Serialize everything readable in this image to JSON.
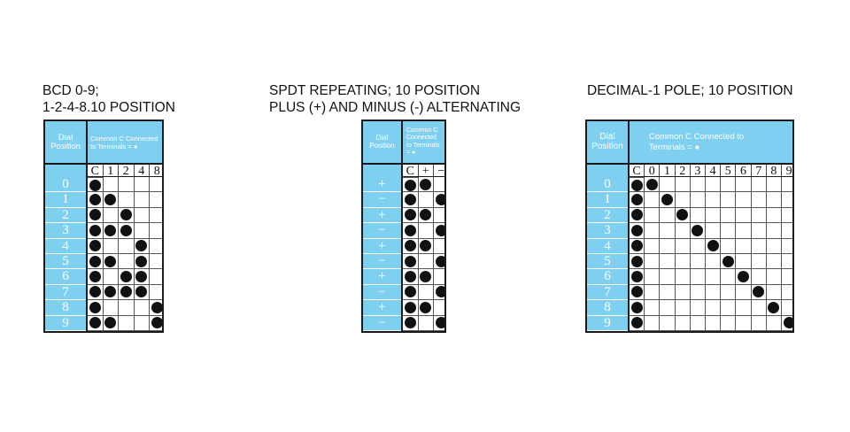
{
  "panels": [
    {
      "id": "bcd",
      "title_lines": [
        "BCD 0-9;",
        "1-2-4-8.10 POSITION"
      ],
      "dial_header": [
        "Dial",
        "Position"
      ],
      "common_header": [
        "Common C Connected",
        "to Terminals  = ●"
      ],
      "columns": [
        "C",
        "1",
        "2",
        "4",
        "8"
      ],
      "rows": [
        {
          "label": "0",
          "dots": [
            "C"
          ]
        },
        {
          "label": "1",
          "dots": [
            "C",
            "1"
          ]
        },
        {
          "label": "2",
          "dots": [
            "C",
            "2"
          ]
        },
        {
          "label": "3",
          "dots": [
            "C",
            "1",
            "2"
          ]
        },
        {
          "label": "4",
          "dots": [
            "C",
            "4"
          ]
        },
        {
          "label": "5",
          "dots": [
            "C",
            "1",
            "4"
          ]
        },
        {
          "label": "6",
          "dots": [
            "C",
            "2",
            "4"
          ]
        },
        {
          "label": "7",
          "dots": [
            "C",
            "1",
            "2",
            "4"
          ]
        },
        {
          "label": "8",
          "dots": [
            "C",
            "8"
          ]
        },
        {
          "label": "9",
          "dots": [
            "C",
            "1",
            "8"
          ]
        }
      ]
    },
    {
      "id": "spdt",
      "title_lines": [
        "SPDT REPEATING; 10 POSITION",
        "PLUS (+) AND MINUS (-) ALTERNATING"
      ],
      "dial_header": [
        "Dial",
        "Position"
      ],
      "common_header": [
        "Common C",
        "Connected",
        "to Terminals",
        "  = ●"
      ],
      "columns": [
        "C",
        "+",
        "−"
      ],
      "rows": [
        {
          "label": "+",
          "dots": [
            "C",
            "+"
          ]
        },
        {
          "label": "−",
          "dots": [
            "C",
            "−"
          ]
        },
        {
          "label": "+",
          "dots": [
            "C",
            "+"
          ]
        },
        {
          "label": "−",
          "dots": [
            "C",
            "−"
          ]
        },
        {
          "label": "+",
          "dots": [
            "C",
            "+"
          ]
        },
        {
          "label": "−",
          "dots": [
            "C",
            "−"
          ]
        },
        {
          "label": "+",
          "dots": [
            "C",
            "+"
          ]
        },
        {
          "label": "−",
          "dots": [
            "C",
            "−"
          ]
        },
        {
          "label": "+",
          "dots": [
            "C",
            "+"
          ]
        },
        {
          "label": "−",
          "dots": [
            "C",
            "−"
          ]
        }
      ]
    },
    {
      "id": "decimal",
      "title_lines": [
        "DECIMAL-1 POLE; 10 POSITION"
      ],
      "dial_header": [
        "Dial",
        "Position"
      ],
      "common_header": [
        "Common C Connected to",
        "Terminals  = ●"
      ],
      "columns": [
        "C",
        "0",
        "1",
        "2",
        "3",
        "4",
        "5",
        "6",
        "7",
        "8",
        "9"
      ],
      "rows": [
        {
          "label": "0",
          "dots": [
            "C",
            "0"
          ]
        },
        {
          "label": "1",
          "dots": [
            "C",
            "1"
          ]
        },
        {
          "label": "2",
          "dots": [
            "C",
            "2"
          ]
        },
        {
          "label": "3",
          "dots": [
            "C",
            "3"
          ]
        },
        {
          "label": "4",
          "dots": [
            "C",
            "4"
          ]
        },
        {
          "label": "5",
          "dots": [
            "C",
            "5"
          ]
        },
        {
          "label": "6",
          "dots": [
            "C",
            "6"
          ]
        },
        {
          "label": "7",
          "dots": [
            "C",
            "7"
          ]
        },
        {
          "label": "8",
          "dots": [
            "C",
            "8"
          ]
        },
        {
          "label": "9",
          "dots": [
            "C",
            "9"
          ]
        }
      ]
    }
  ],
  "colors": {
    "header_fill": "#7fd0f0",
    "grid_line": "#1a1a1a",
    "dot": "#111111"
  }
}
